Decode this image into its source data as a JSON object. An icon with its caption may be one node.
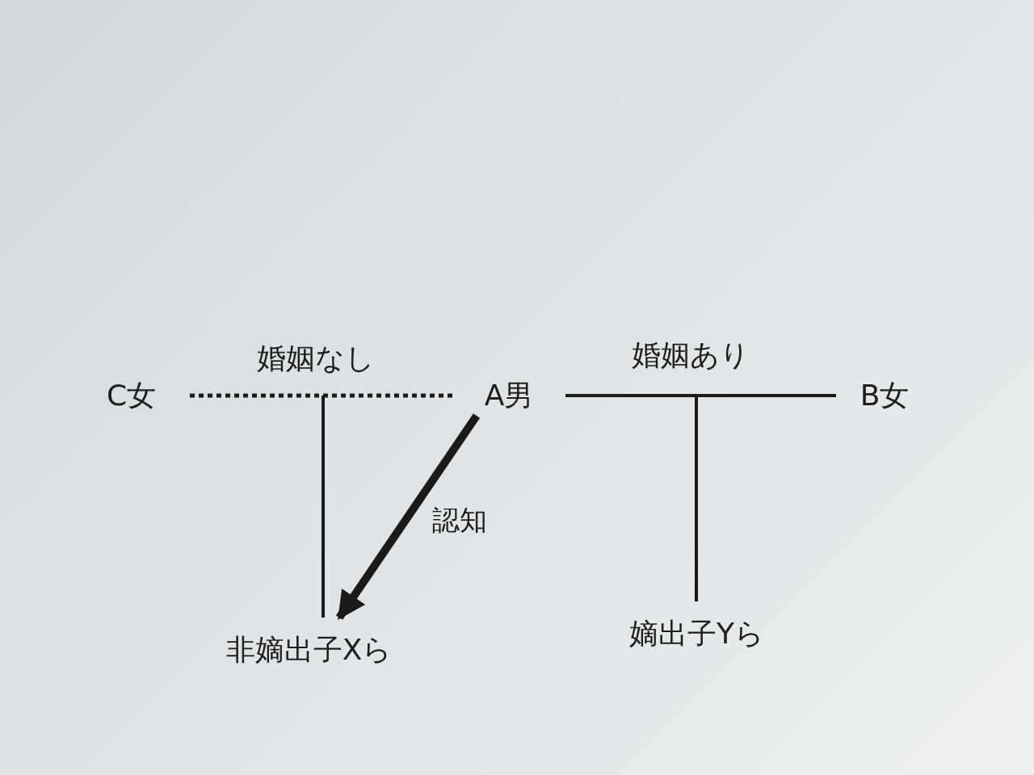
{
  "diagram": {
    "nodes": [
      {
        "text": [
          "C女"
        ]
      },
      {
        "text": [
          "A男"
        ]
      },
      {
        "text": [
          "B女"
        ]
      },
      {
        "text": [
          "非嫡出子Xら"
        ]
      },
      {
        "text": [
          "嫡出子Yら"
        ]
      }
    ],
    "edges": [
      {
        "from": 0,
        "to": 1,
        "arrow": "none",
        "label": "婚姻なし",
        "style": "dashed"
      },
      {
        "from": 1,
        "to": 2,
        "arrow": "none",
        "label": "婚姻あり"
      },
      {
        "from": null,
        "to": 3,
        "arrow": "none"
      },
      {
        "from": 1,
        "to": 3,
        "arrow": "to",
        "label": "認知",
        "style": "thick"
      },
      {
        "from": null,
        "to": 4,
        "arrow": "none"
      }
    ]
  }
}
